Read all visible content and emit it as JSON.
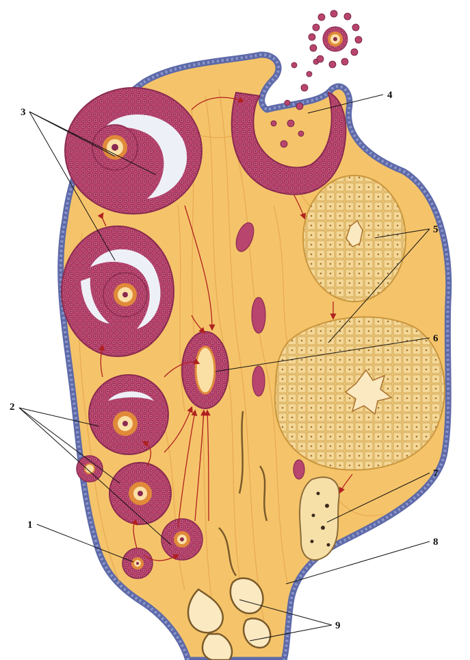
{
  "labels": [
    {
      "id": "1",
      "text": "1"
    },
    {
      "id": "2",
      "text": "2"
    },
    {
      "id": "3",
      "text": "3"
    },
    {
      "id": "4",
      "text": "4"
    },
    {
      "id": "5",
      "text": "5"
    },
    {
      "id": "6",
      "text": "6"
    },
    {
      "id": "7",
      "text": "7"
    },
    {
      "id": "8",
      "text": "8"
    },
    {
      "id": "9",
      "text": "9"
    }
  ],
  "colors": {
    "stroma": "#f5c46a",
    "stroma_light": "#fbe0a6",
    "fiber": "#e2a04a",
    "epithelium": "#5e6aa8",
    "granulosa": "#b8456e",
    "granulosa_dark": "#8a2a50",
    "antrum": "#eef0f8",
    "oocyte_ring": "#e08a3a",
    "corpus_luteum": "#f0cf86",
    "arrow": "#b02020"
  }
}
